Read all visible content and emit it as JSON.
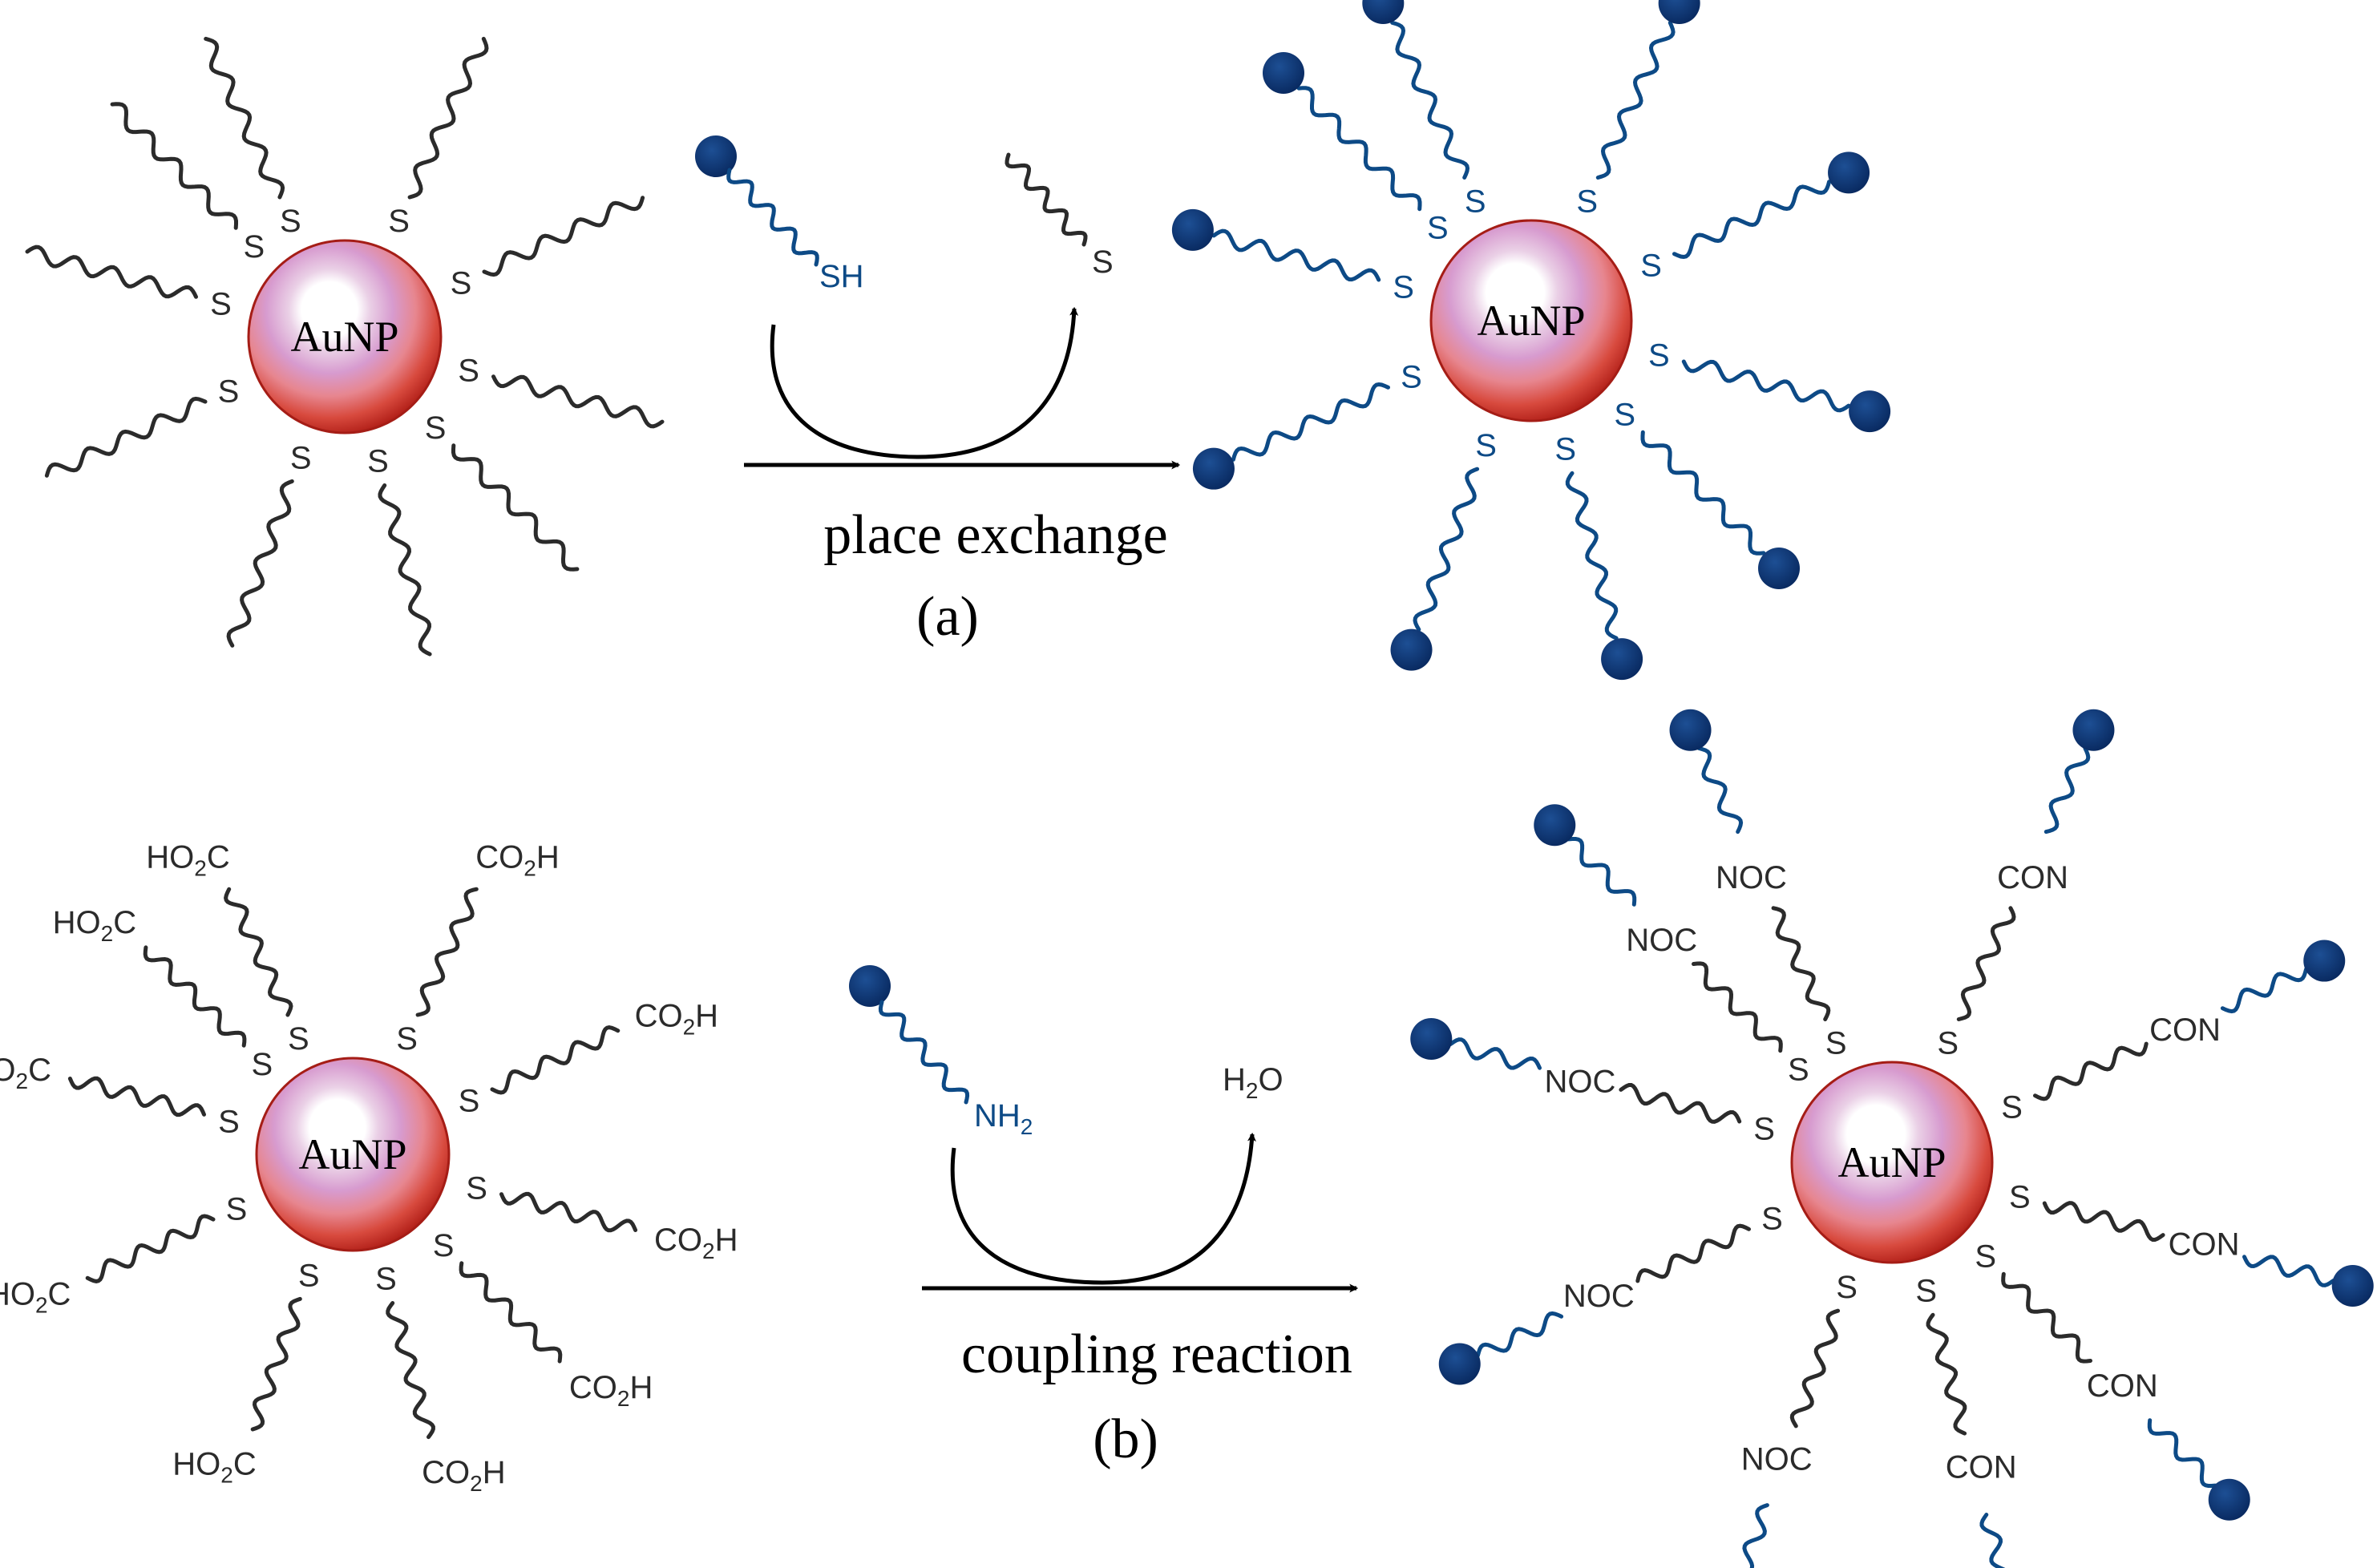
{
  "colors": {
    "dark_chain": "#2b2b2b",
    "blue_chain": "#0d4a86",
    "bead": "#0b2f6e",
    "gold_outer": "#c8281f",
    "gold_mid": "#e7868f",
    "gold_inner": "#d79bcf",
    "arrow": "#000000"
  },
  "icons": {
    "bead": "filled-circle-bead",
    "nanoparticle": "gradient-sphere"
  },
  "particle_label": "AuNP",
  "sulfur_label": "S",
  "panel_a": {
    "reagent_label": "SH",
    "product_label": "S",
    "caption": "place exchange",
    "tag": "(a)"
  },
  "panel_b": {
    "reagent_label": "NH",
    "reagent_subscript": "2",
    "product_label": "H",
    "product_subscript": "2",
    "product_tail": "O",
    "caption": "coupling reaction",
    "tag": "(b)",
    "acid_left": {
      "a": "HO",
      "sub": "2",
      "b": "C"
    },
    "acid_right": {
      "a": "CO",
      "sub": "2",
      "b": "H"
    },
    "amide_left": "NOC",
    "amide_right": "CON"
  }
}
